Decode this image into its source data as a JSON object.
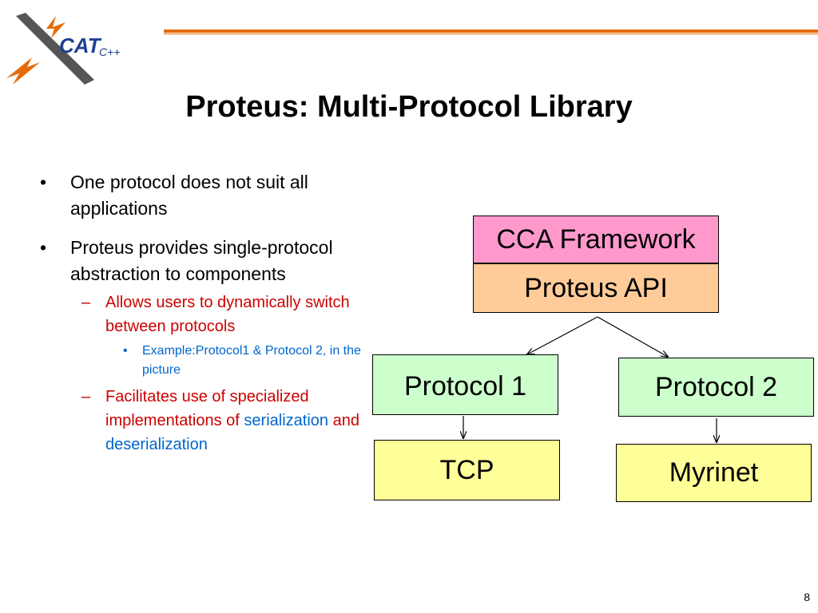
{
  "logo": {
    "text": "CAT",
    "sub": "C++",
    "accent": "#e46c0a",
    "dark": "#555555",
    "text_color": "#1f3f8f"
  },
  "slide": {
    "title": "Proteus: Multi-Protocol Library",
    "page_number": "8",
    "colors": {
      "header_rule": "#e46c0a",
      "level2_text": "#cc0000",
      "level3_text": "#0066cc",
      "highlight_text": "#0066cc"
    }
  },
  "bullets": {
    "b1": "One protocol does not suit all applications",
    "b2": "Proteus provides single-protocol abstraction to components",
    "b2_sub1": "Allows users to dynamically switch between protocols",
    "b2_sub1_sub": "Example:Protocol1 & Protocol 2, in the picture",
    "b2_sub2_part1": "Facilitates use of specialized implementations of ",
    "b2_sub2_blue1": "serialization",
    "b2_sub2_part2": " and ",
    "b2_sub2_blue2": "deserialization"
  },
  "diagram": {
    "cca_framework": {
      "label": "CCA Framework",
      "color": "#ff99cc"
    },
    "proteus_api": {
      "label": "Proteus API",
      "color": "#ffcc99"
    },
    "protocol1": {
      "label": "Protocol 1",
      "color": "#ccffcc"
    },
    "protocol2": {
      "label": "Protocol 2",
      "color": "#ccffcc"
    },
    "tcp": {
      "label": "TCP",
      "color": "#ffff99"
    },
    "myrinet": {
      "label": "Myrinet",
      "color": "#ffff99"
    }
  }
}
